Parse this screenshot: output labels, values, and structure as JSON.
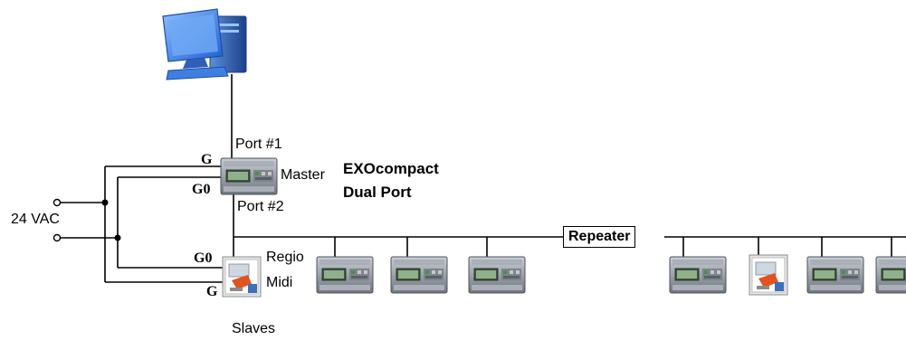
{
  "labels": {
    "port1": "Port #1",
    "port2": "Port #2",
    "master": "Master",
    "product_line1": "EXOcompact",
    "product_line2": "Dual Port",
    "g_top": "G",
    "g0_top": "G0",
    "g0_bottom": "G0",
    "g_bottom": "G",
    "supply": "24 VAC",
    "regio": "Regio",
    "midi": "Midi",
    "repeater": "Repeater",
    "slaves": "Slaves"
  },
  "icons": {
    "computer": "computer-icon",
    "controller": "controller-icon",
    "regio": "regio-icon"
  },
  "colors": {
    "computer_blue": "#3a7fe0",
    "controller_grey": "#8a9099",
    "display_green": "#3b5a3b",
    "line": "#000000"
  }
}
